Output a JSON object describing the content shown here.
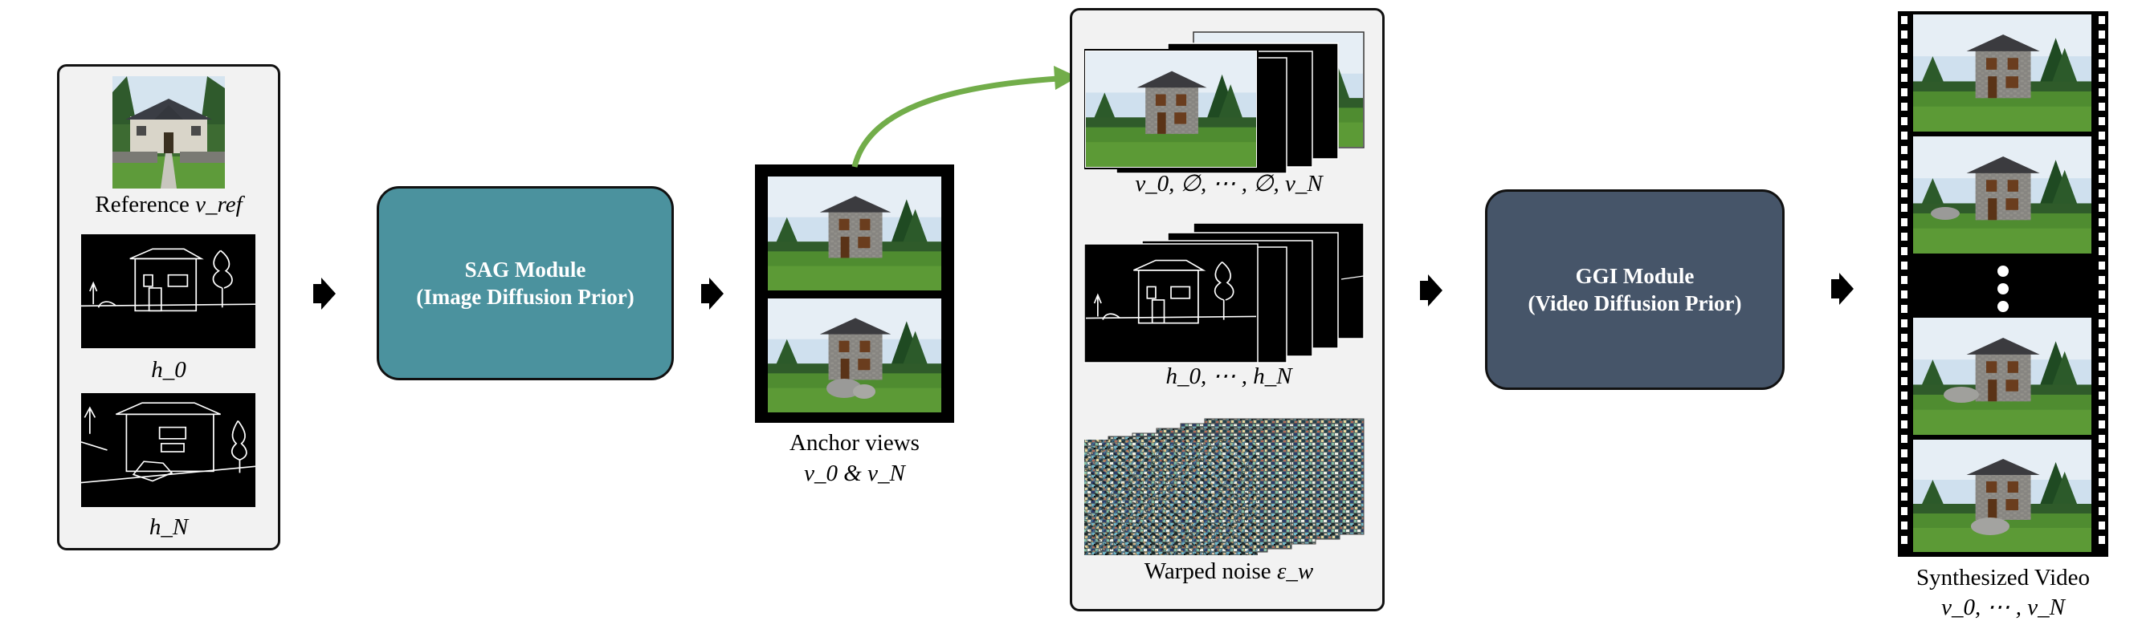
{
  "colors": {
    "sag_fill": "#4b929e",
    "ggi_fill": "#465569",
    "panel_fill": "#f2f2f2",
    "green_arrow": "#72ad4a",
    "sky": "#c9dcec",
    "grass": "#4e8a2f",
    "stone": "#8c8c88",
    "roof": "#3a3a3e"
  },
  "inputs": {
    "reference_label": "Reference ",
    "reference_math": "v_ref",
    "h0_label": "h_0",
    "hN_label": "h_N"
  },
  "sag": {
    "title": "SAG Module",
    "subtitle": "(Image Diffusion Prior)"
  },
  "anchor": {
    "title": "Anchor views",
    "math": "v_0 & v_N"
  },
  "conditions": {
    "views_label": "v_0, ∅, ⋯ , ∅, v_N",
    "hints_label": "h_0, ⋯ , h_N",
    "noise_label": "Warped noise ",
    "noise_math": "ε_w"
  },
  "ggi": {
    "title": "GGI Module",
    "subtitle": "(Video Diffusion Prior)"
  },
  "output": {
    "title": "Synthesized Video",
    "math": "v_0, ⋯ , v_N"
  },
  "icons": [
    "arrow-right-icon",
    "curved-arrow-icon",
    "film-strip-icon",
    "vertical-ellipsis-icon"
  ]
}
